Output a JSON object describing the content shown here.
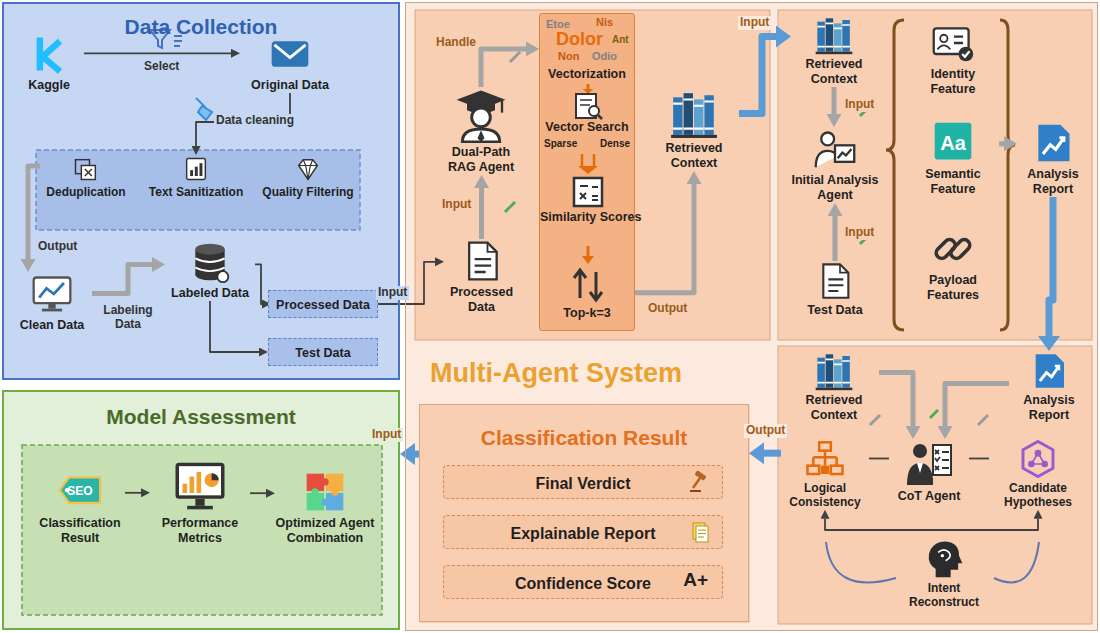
{
  "diagram": {
    "nodes": [
      {
        "text": [
          "Data Collection"
        ]
      },
      {
        "text": [
          "Kaggle"
        ],
        "in": 0
      },
      {
        "text": [
          "Original Data"
        ],
        "in": 0
      },
      {
        "text": [
          "Deduplication"
        ],
        "in": 0
      },
      {
        "text": [
          "Text Sanitization"
        ],
        "in": 0
      },
      {
        "text": [
          "Quality Filtering"
        ],
        "in": 0
      },
      {
        "text": [
          "Clean Data"
        ],
        "in": 0
      },
      {
        "text": [
          "Labeled Data"
        ],
        "in": 0
      },
      {
        "text": [
          "Processed Data"
        ],
        "in": 0
      },
      {
        "text": [
          "Test Data"
        ],
        "in": 0
      },
      {
        "text": [
          "Multi-Agent System"
        ]
      },
      {
        "text": [
          "Dual-Path RAG Agent"
        ],
        "in": 10
      },
      {
        "text": [
          "Processed Data"
        ],
        "in": 10
      },
      {
        "text": [
          "Etoe",
          "Nis",
          "Dolor",
          "Ant",
          "Non",
          "Odio",
          "Vectorization",
          "Vector Search",
          "Sparse",
          "Dense",
          "Similarity Scores",
          "Top-k=3"
        ],
        "in": 10
      },
      {
        "text": [
          "Retrieved Context"
        ],
        "in": 10
      },
      {
        "text": [
          "Retrieved Context"
        ],
        "in": 10
      },
      {
        "text": [
          "Initial Analysis Agent"
        ],
        "in": 10
      },
      {
        "text": [
          "Test Data"
        ],
        "in": 10
      },
      {
        "text": [
          "Identity Feature"
        ],
        "in": 10
      },
      {
        "text": [
          "Aa",
          "Semantic Feature"
        ],
        "in": 10
      },
      {
        "text": [
          "Payload Features"
        ],
        "in": 10
      },
      {
        "text": [
          "Analysis Report"
        ],
        "in": 10
      },
      {
        "text": [
          "Retrieved Context"
        ],
        "in": 10
      },
      {
        "text": [
          "Analysis Report"
        ],
        "in": 10
      },
      {
        "text": [
          "CoT Agent"
        ],
        "in": 10
      },
      {
        "text": [
          "Logical Consistency"
        ],
        "in": 10
      },
      {
        "text": [
          "Candidate Hypotheses"
        ],
        "in": 10
      },
      {
        "text": [
          "Intent Reconstruct"
        ],
        "in": 10
      },
      {
        "text": [
          "Classification Result"
        ],
        "in": 10
      },
      {
        "text": [
          "Final Verdict"
        ],
        "in": 28
      },
      {
        "text": [
          "Explainable Report"
        ],
        "in": 28
      },
      {
        "text": [
          "Confidence Score",
          "A+"
        ],
        "in": 28
      },
      {
        "text": [
          "Model Assessment"
        ]
      },
      {
        "text": [
          "SEO",
          "Classification Result"
        ],
        "in": 32
      },
      {
        "text": [
          "Performance Metrics"
        ],
        "in": 32
      },
      {
        "text": [
          "Optimized Agent Combination"
        ],
        "in": 32
      }
    ],
    "edges": [
      {
        "from": 1,
        "to": 2,
        "label": "Select",
        "arrow": "to"
      },
      {
        "from": 2,
        "to": 4,
        "label": "Data cleaning",
        "arrow": "to"
      },
      {
        "from": 3,
        "to": 6,
        "label": "Output",
        "arrow": "to"
      },
      {
        "from": 6,
        "to": 7,
        "label": "Labeling Data",
        "arrow": "to"
      },
      {
        "from": 7,
        "to": 8,
        "arrow": "to"
      },
      {
        "from": 7,
        "to": 9,
        "arrow": "to"
      },
      {
        "from": 8,
        "to": 12,
        "label": "Input",
        "arrow": "to"
      },
      {
        "from": 12,
        "to": 11,
        "label": "Input",
        "arrow": "to"
      },
      {
        "from": 11,
        "to": 13,
        "label": "Handle",
        "arrow": "to"
      },
      {
        "from": 13,
        "to": 14,
        "label": "Output",
        "arrow": "to"
      },
      {
        "from": 14,
        "to": 15,
        "label": "Input",
        "arrow": "to"
      },
      {
        "from": 15,
        "to": 16,
        "label": "Input",
        "arrow": "to"
      },
      {
        "from": 17,
        "to": 16,
        "label": "Input",
        "arrow": "to"
      },
      {
        "from": 19,
        "to": 21,
        "arrow": "to"
      },
      {
        "from": 21,
        "to": 23,
        "arrow": "to"
      },
      {
        "from": 22,
        "to": 24,
        "arrow": "to"
      },
      {
        "from": 23,
        "to": 24,
        "arrow": "to"
      },
      {
        "from": 24,
        "to": 25,
        "arrow": "none"
      },
      {
        "from": 24,
        "to": 26,
        "arrow": "none"
      },
      {
        "from": 25,
        "to": 26,
        "arrow": "both"
      },
      {
        "from": 25,
        "to": 28,
        "label": "Output",
        "arrow": "to"
      },
      {
        "from": 28,
        "to": 32,
        "label": "Input",
        "arrow": "to"
      },
      {
        "from": 33,
        "to": 34,
        "arrow": "to"
      },
      {
        "from": 34,
        "to": 35,
        "arrow": "to"
      }
    ]
  }
}
